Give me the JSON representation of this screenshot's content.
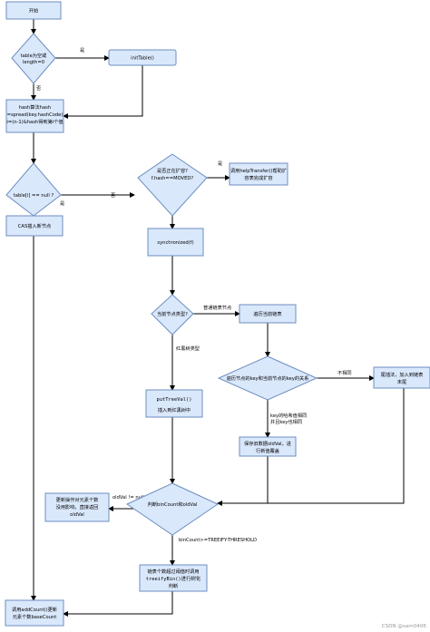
{
  "nodes": {
    "start": "开始",
    "table_empty": [
      "table为空或",
      "length=0"
    ],
    "init_table": "initTable()",
    "hash_calc": [
      "hash算法hash",
      "=spread(key.hashCode)",
      "i=(n-1)&hash得到第i个值"
    ],
    "table_i_null": "table[i] == null ?",
    "cas_insert": "CAS插入新节点",
    "expanding": [
      "是否正在扩容?",
      "f.hash==MOVED?"
    ],
    "help_transfer": [
      "调用helpTransfer()帮助扩",
      "容表完成扩容"
    ],
    "synchronized": "synchronized(f)",
    "node_type": "当前节点类型?",
    "traverse_list": "遍历当前链表",
    "key_compare": "遍历节点的key和当前节点的key的关系",
    "tail_insert": [
      "尾插法，加入到链表",
      "末尾"
    ],
    "put_tree_val": "putTreeVal()",
    "insert_tree": "插入到红黑树中",
    "save_old_val": [
      "保存旧数据oldVal，进",
      "行新值覆盖"
    ],
    "bin_count": "判断binCount和oldVal",
    "return_old": [
      "更新操作对元素个数",
      "没用影响，直接返回",
      "oldVal"
    ],
    "treeify": [
      "链表个数超过阈值时调用",
      "treeifyBin()进行树化",
      "判断"
    ],
    "add_count": [
      "调用addCount()更新",
      "元素个数baseCount"
    ]
  },
  "edge_labels": {
    "yes": "是",
    "no": "否",
    "normal_list": "普通链表节点",
    "red_black": "红黑树类型",
    "not_same": "不相同",
    "key_same": [
      "key的哈希值相同",
      "并且key也相同"
    ],
    "old_not_null": "oldVal != null",
    "bin_threshold": "binCount>=TREEIFY-THRESHOLD"
  },
  "watermark": "CSDN @sam0406"
}
